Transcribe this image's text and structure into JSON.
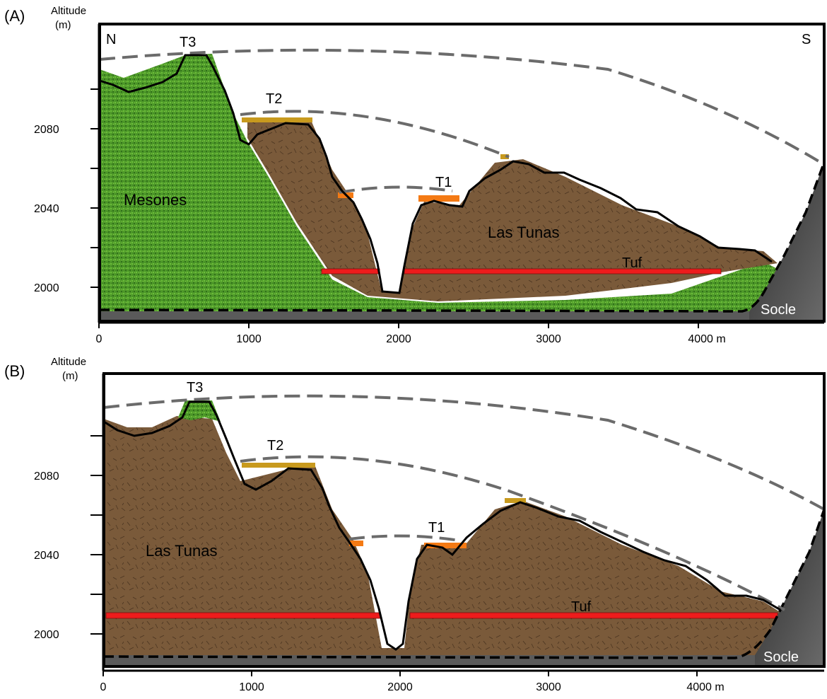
{
  "panels": [
    {
      "label": "(A)",
      "y_axis_title_line1": "Altitude",
      "y_axis_title_line2": "(m)",
      "y_ticks": [
        "2080",
        "2040",
        "2000"
      ],
      "x_ticks": [
        "0",
        "1000",
        "2000",
        "3000",
        "4000 m"
      ],
      "north": "N",
      "south": "S",
      "terraces": [
        "T3",
        "T2",
        "T1"
      ],
      "units": {
        "left_unit": "Mesones",
        "right_unit": "Las Tunas",
        "tuff": "Tuf",
        "basement": "Socle"
      }
    },
    {
      "label": "(B)",
      "y_axis_title_line1": "Altitude",
      "y_axis_title_line2": "(m)",
      "y_ticks": [
        "2080",
        "2040",
        "2000"
      ],
      "x_ticks": [
        "0",
        "1000",
        "2000",
        "3000",
        "4000 m"
      ],
      "terraces": [
        "T3",
        "T2",
        "T1"
      ],
      "units": {
        "main_unit": "Las Tunas",
        "tuff": "Tuf",
        "basement": "Socle"
      }
    }
  ],
  "colors": {
    "mesones": "#4f9a2a",
    "las_tunas": "#7a5a3a",
    "tuff": "#ee1c1c",
    "socle": "#4a4a4a",
    "terrace_high": "#c89a1e",
    "terrace_low": "#f47a14",
    "envelope_dash": "#6b6b6b"
  }
}
